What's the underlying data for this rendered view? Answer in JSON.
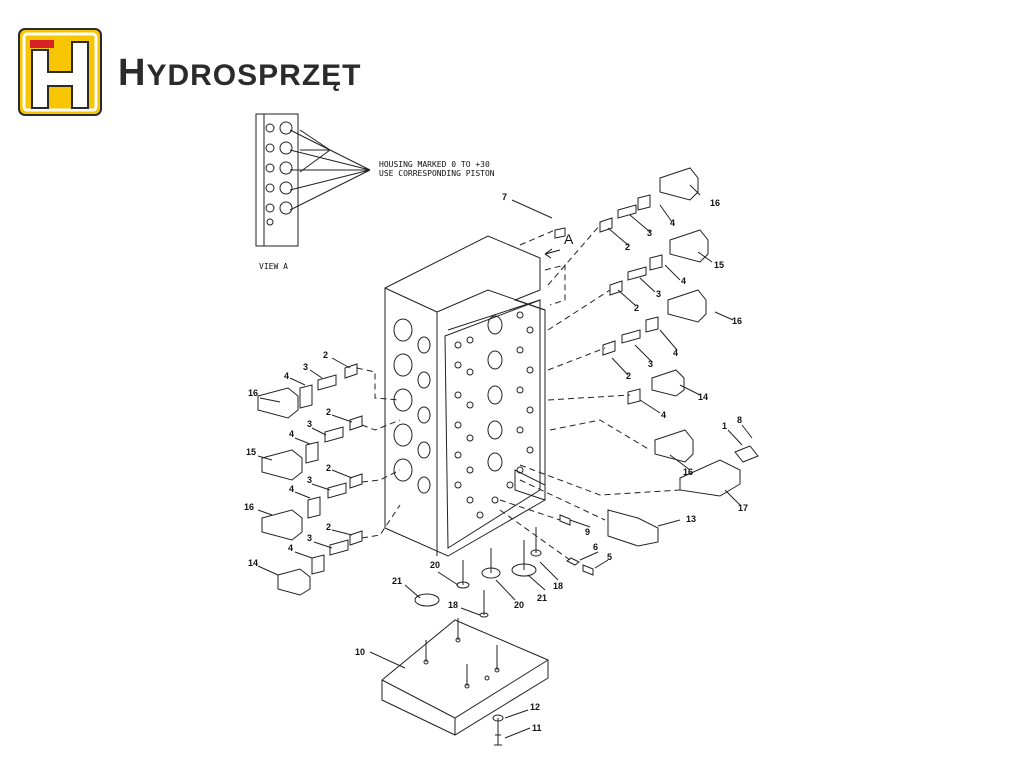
{
  "brand": {
    "name_initial": "H",
    "name_rest": "YDROSPRZĘT",
    "logo_letter": "H",
    "colors": {
      "yellow": "#f7c600",
      "red": "#d6202a",
      "dark": "#2b2b2b"
    }
  },
  "diagram": {
    "note_lines": [
      "HOUSING MARKED 0 TO +30",
      "USE CORRESPONDING PISTON"
    ],
    "view_label": "VIEW A",
    "view_arrow_label": "A",
    "callouts": {
      "c7": "7",
      "c16a": "16",
      "c4a": "4",
      "c3a": "3",
      "c2a": "2",
      "c15a": "15",
      "c4b": "4",
      "c3b": "3",
      "c2b": "2",
      "c16b": "16",
      "c4c": "4",
      "c3c": "3",
      "c2c": "2",
      "c14a": "14",
      "c4d": "4",
      "c1": "1",
      "c8": "8",
      "c16c": "16",
      "c17": "17",
      "c13": "13",
      "c9": "9",
      "c6": "6",
      "c5": "5",
      "c18a": "18",
      "c21a": "21",
      "c20a": "20",
      "c20b": "20",
      "c21b": "21",
      "c18b": "18",
      "c10": "10",
      "c12": "12",
      "c11": "11",
      "l2a": "2",
      "l3a": "3",
      "l4a": "4",
      "l16a": "16",
      "l2b": "2",
      "l3b": "3",
      "l4b": "4",
      "l15": "15",
      "l2c": "2",
      "l3c": "3",
      "l4c": "4",
      "l16b": "16",
      "l2d": "2",
      "l3d": "3",
      "l4d": "4",
      "l14": "14"
    }
  }
}
